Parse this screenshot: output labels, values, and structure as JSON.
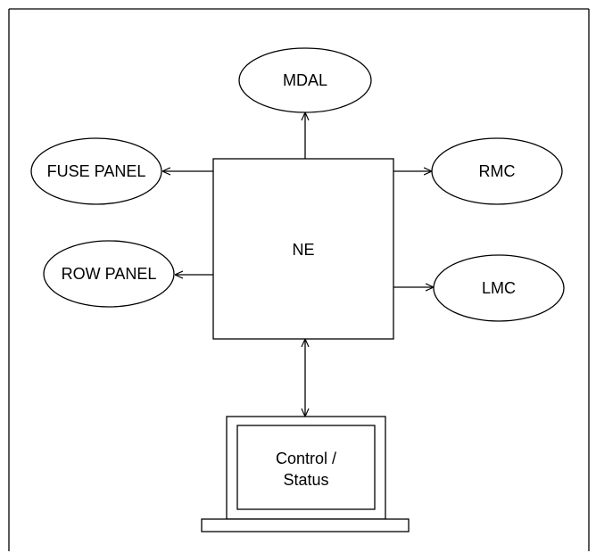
{
  "diagram": {
    "center": {
      "label": "NE"
    },
    "nodes": {
      "mdal": {
        "label": "MDAL"
      },
      "fuse_panel": {
        "label": "FUSE PANEL"
      },
      "row_panel": {
        "label": "ROW PANEL"
      },
      "rmc": {
        "label": "RMC"
      },
      "lmc": {
        "label": "LMC"
      }
    },
    "terminal": {
      "line1": "Control /",
      "line2": "Status"
    },
    "edges": [
      {
        "from": "NE",
        "to": "MDAL",
        "direction": "to"
      },
      {
        "from": "NE",
        "to": "FUSE PANEL",
        "direction": "to"
      },
      {
        "from": "NE",
        "to": "ROW PANEL",
        "direction": "to"
      },
      {
        "from": "NE",
        "to": "RMC",
        "direction": "to"
      },
      {
        "from": "NE",
        "to": "LMC",
        "direction": "to"
      },
      {
        "from": "NE",
        "to": "Control / Status",
        "direction": "both"
      }
    ]
  }
}
